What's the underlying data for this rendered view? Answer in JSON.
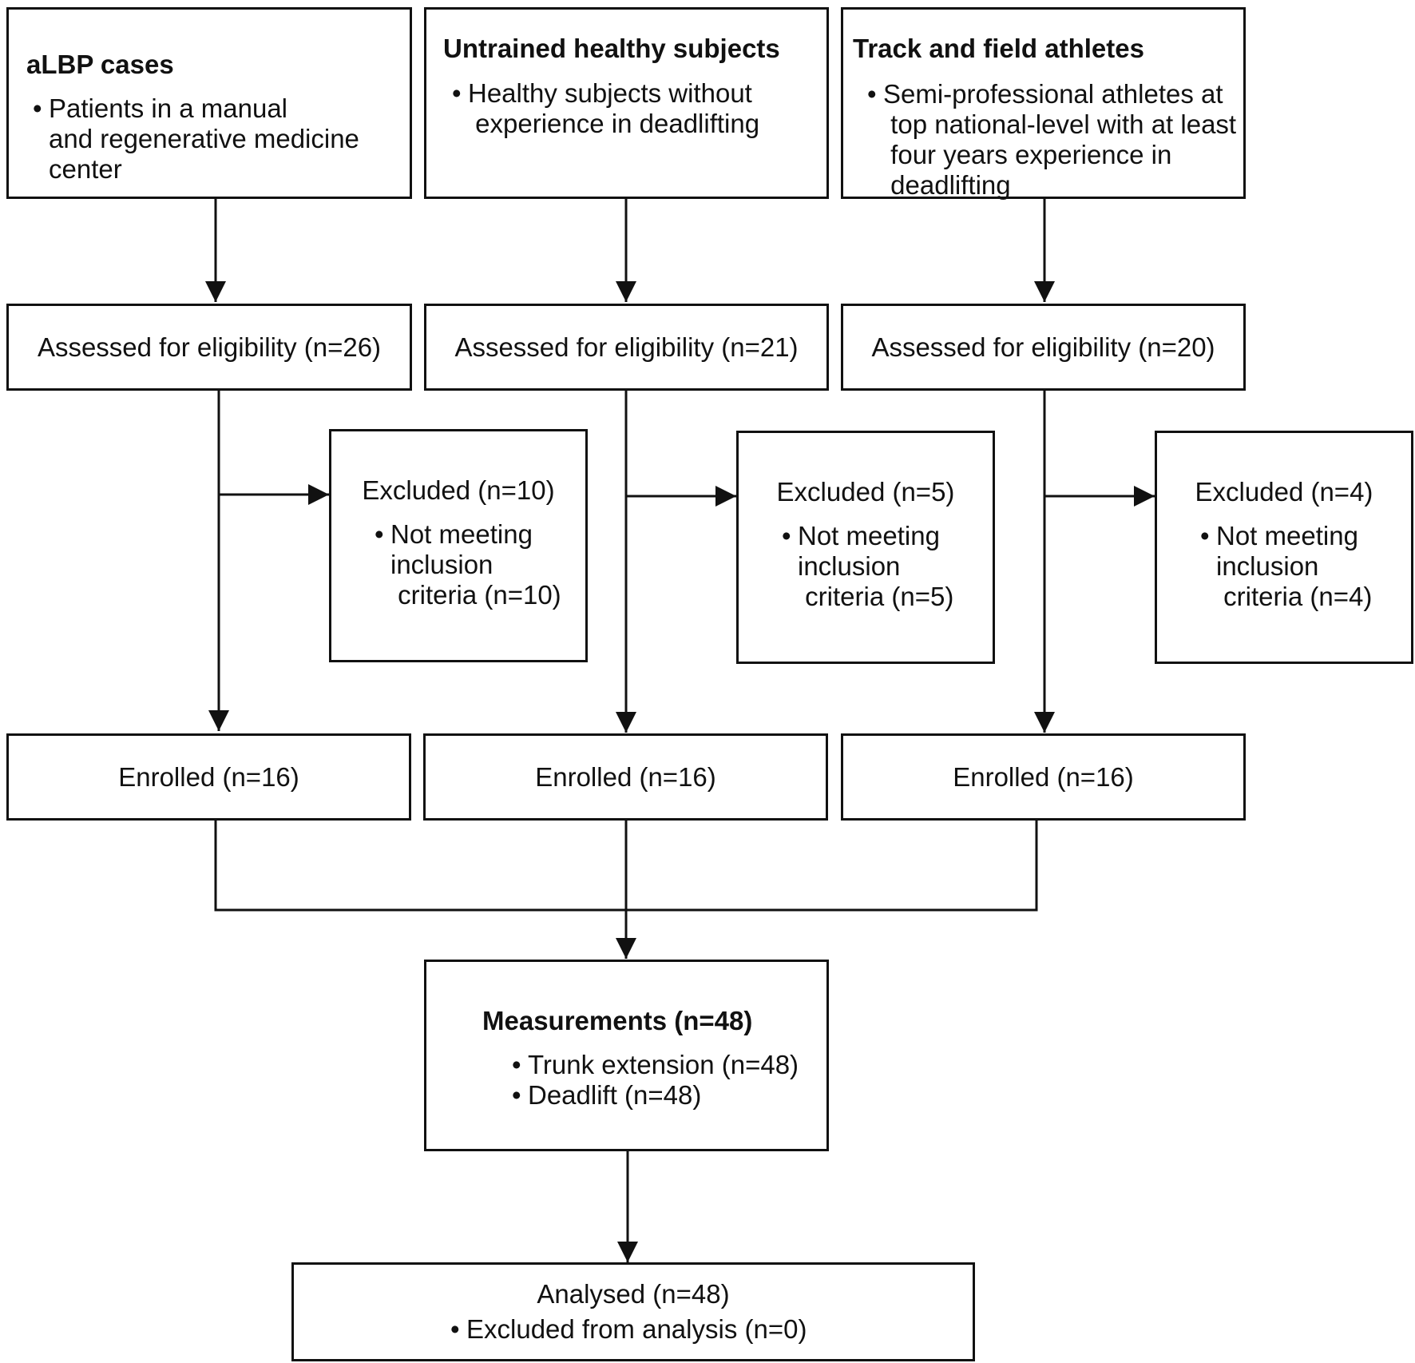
{
  "groups": [
    {
      "title": "aLBP cases",
      "bullet": "Patients in a manual\nand regenerative medicine\ncenter",
      "assessed": "Assessed for eligibility (n=26)",
      "excluded": "Excluded (n=10)",
      "excluded_reason": "Not meeting\ninclusion\n criteria (n=10)",
      "enrolled": "Enrolled (n=16)"
    },
    {
      "title": "Untrained healthy subjects",
      "bullet": "Healthy subjects without\n experience in deadlifting",
      "assessed": "Assessed for eligibility (n=21)",
      "excluded": "Excluded (n=5)",
      "excluded_reason": "Not meeting\ninclusion\n criteria (n=5)",
      "enrolled": "Enrolled (n=16)"
    },
    {
      "title": "Track and field athletes",
      "bullet": "Semi-professional athletes at\n top national-level with at least\n four years experience in\n deadlifting",
      "assessed": "Assessed for eligibility (n=20)",
      "excluded": "Excluded (n=4)",
      "excluded_reason": "Not meeting\ninclusion\n criteria (n=4)",
      "enrolled": "Enrolled (n=16)"
    }
  ],
  "measurements": {
    "title": "Measurements (n=48)",
    "items": [
      "Trunk extension (n=48)",
      "Deadlift (n=48)"
    ]
  },
  "analysed": {
    "title": "Analysed (n=48)",
    "item": "Excluded from analysis (n=0)"
  }
}
